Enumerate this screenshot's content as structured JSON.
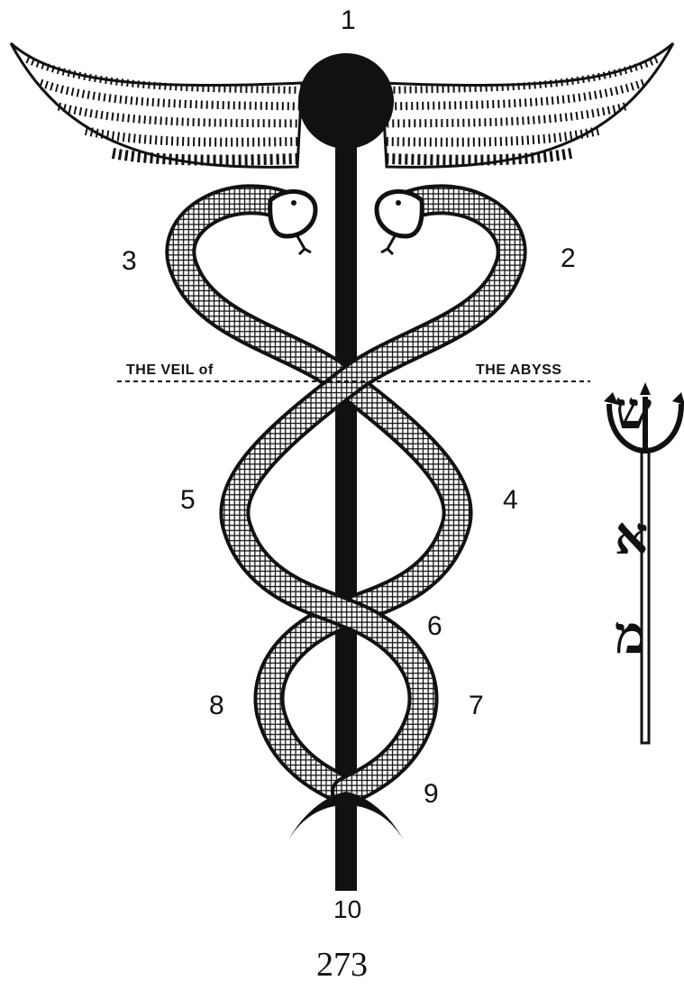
{
  "diagram": {
    "numbers": {
      "n1": "1",
      "n2": "2",
      "n3": "3",
      "n4": "4",
      "n5": "5",
      "n6": "6",
      "n7": "7",
      "n8": "8",
      "n9": "9",
      "n10": "10"
    },
    "veil_left": "THE VEIL of",
    "veil_right": "THE ABYSS",
    "hebrew_letters": [
      "ש",
      "א",
      "מ"
    ]
  },
  "page_number": "273",
  "colors": {
    "ink": "#111111",
    "paper": "#ffffff"
  }
}
